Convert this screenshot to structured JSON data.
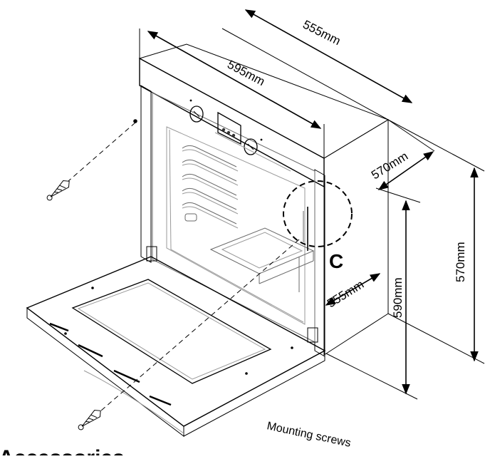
{
  "dimensions": {
    "top_depth": "555mm",
    "front_width": "595mm",
    "side_depth": "570mm",
    "outer_height": "570mm",
    "front_height": "590mm",
    "cavity_depth": "555mm"
  },
  "callout_label": "C",
  "mounting_screws_label": "Mounting screws",
  "section_heading": "Accessories"
}
